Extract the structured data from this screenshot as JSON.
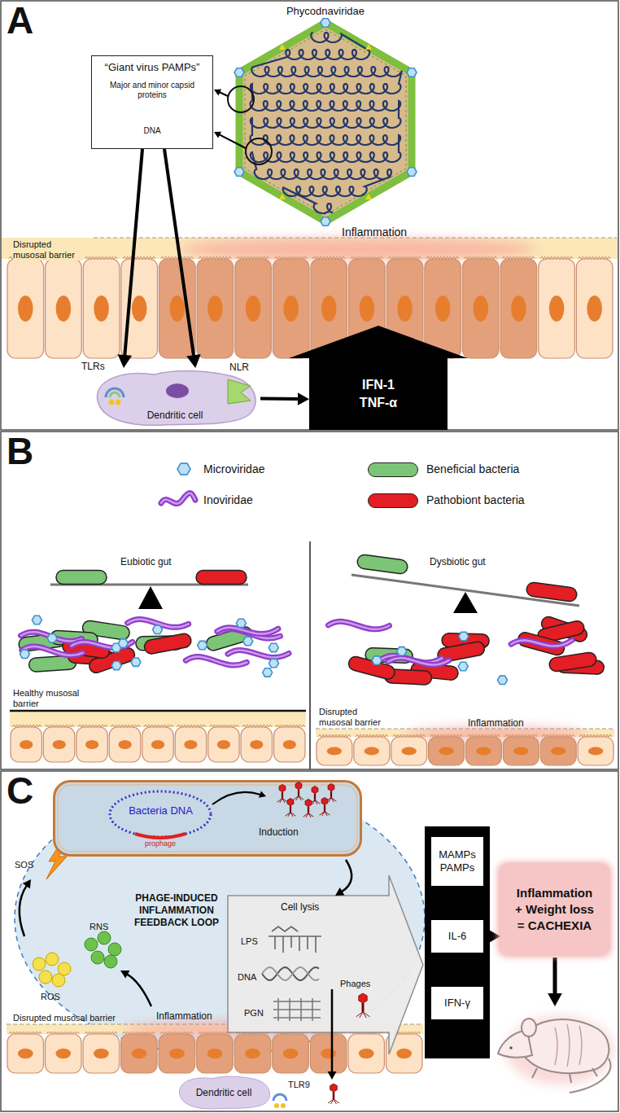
{
  "diagram": {
    "nodes": [
      {
        "text": [
          "“Giant virus PAMPs”",
          "Major and minor capsid proteins",
          "DNA"
        ]
      },
      {
        "text": [
          "Dendritic cell"
        ]
      },
      {
        "text": [
          "IFN-1",
          "TNF-α"
        ]
      },
      {
        "text": [
          "Bacteria DNA",
          "prophage"
        ]
      },
      {
        "text": [
          "MAMPs PAMPs"
        ]
      },
      {
        "text": [
          "IL-6"
        ]
      },
      {
        "text": [
          "IFN-γ"
        ]
      },
      {
        "text": [
          "Inflammation + Weight loss = CACHEXIA"
        ]
      },
      {
        "text": [
          "Dendritic cell"
        ]
      }
    ],
    "edges": [
      {
        "from": 0,
        "to": 1,
        "arrow": "to"
      },
      {
        "from": 0,
        "to": 1,
        "arrow": "to"
      },
      {
        "from": 1,
        "to": 2,
        "arrow": "to"
      },
      {
        "from": 5,
        "to": 7,
        "arrow": "to"
      }
    ],
    "labels": [
      "A",
      "Phycodnaviridae",
      "Inflammation",
      "Disrupted musosal barrier",
      "TLRs",
      "NLR",
      "B",
      "Eubiotic gut",
      "Dysbiotic gut",
      "Healthy musosal barrier",
      "Disrupted musosal barrier",
      "Inflammation",
      "C",
      "Induction",
      "SOS",
      "Cell lysis",
      "PHAGE-INDUCED INFLAMMATION FEEDBACK LOOP",
      "RNS",
      "ROS",
      "LPS",
      "DNA",
      "PGN",
      "Phages",
      "Inflammation",
      "Disrupted musosal barrier",
      "TLR9"
    ],
    "legend": [
      {
        "text": "Microviridae"
      },
      {
        "text": "Inoviridae"
      },
      {
        "text": "Beneficial bacteria",
        "color": "#7cc576"
      },
      {
        "text": "Pathobiont bacteria",
        "color": "#e31e24"
      }
    ]
  }
}
